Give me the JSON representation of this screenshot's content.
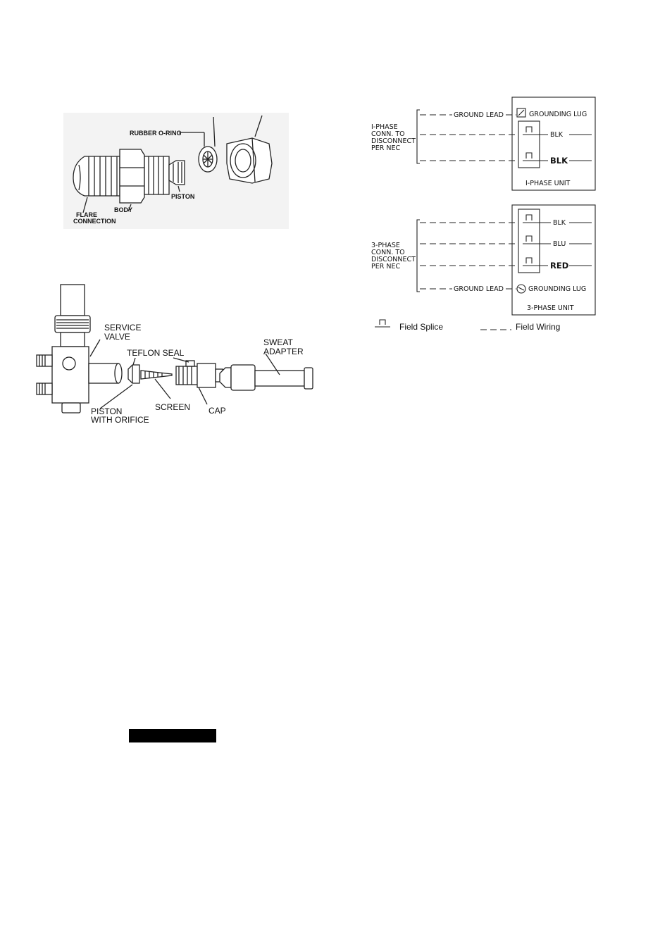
{
  "piston_figure": {
    "labels": {
      "o_ring": "RUBBER O-RING",
      "piston": "PISTON",
      "body": "BODY",
      "flare_1": "FLARE",
      "flare_2": "CONNECTION"
    }
  },
  "service_valve_figure": {
    "labels": {
      "service_1": "SERVICE",
      "service_2": "VALVE",
      "teflon": "TEFLON SEAL",
      "sweat_1": "SWEAT",
      "sweat_2": "ADAPTER",
      "screen": "SCREEN",
      "cap": "CAP",
      "piston_1": "PISTON",
      "piston_2": "WITH  ORIFICE"
    }
  },
  "wiring_diagram": {
    "single_phase": {
      "conn_lines": [
        "I-PHASE",
        "CONN. TO",
        "DISCONNECT",
        "PER NEC"
      ],
      "ground_lead": "GROUND LEAD",
      "grounding_lug": "GROUNDING LUG",
      "wires": [
        "BLK",
        "BLK"
      ],
      "unit_label": "I-PHASE UNIT"
    },
    "three_phase": {
      "conn_lines": [
        "3-PHASE",
        "CONN. TO",
        "DISCONNECT",
        "PER NEC"
      ],
      "ground_lead": "GROUND LEAD",
      "grounding_lug": "GROUNDING LUG",
      "wires": [
        "BLK",
        "BLU",
        "RED"
      ],
      "unit_label": "3-PHASE UNIT"
    },
    "legend": {
      "splice": "Field Splice",
      "wiring": "Field Wiring"
    }
  }
}
